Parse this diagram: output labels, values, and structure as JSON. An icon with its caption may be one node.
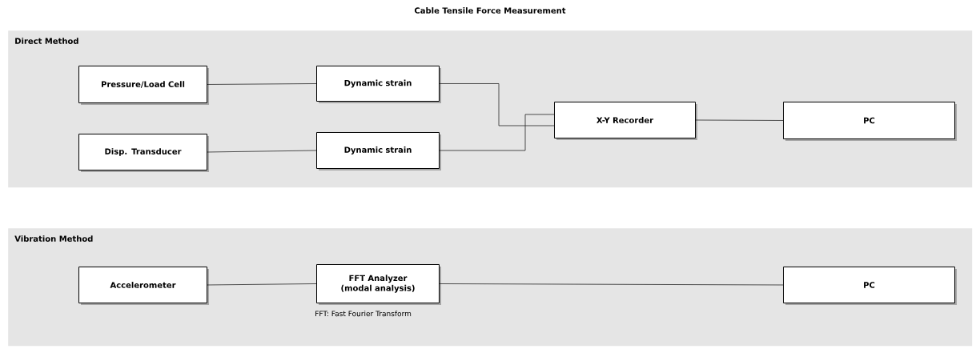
{
  "diagram": {
    "title": "Cable Tensile Force Measurement",
    "nodes": [
      {
        "text": [
          "Direct Method"
        ]
      },
      {
        "text": [
          "Pressure/Load Cell"
        ],
        "in": 0
      },
      {
        "text": [
          "Dynamic strain"
        ],
        "in": 0
      },
      {
        "text": [
          "X-Y Recorder"
        ],
        "in": 0
      },
      {
        "text": [
          "PC"
        ],
        "in": 0
      },
      {
        "text": [
          "Disp. Transducer"
        ],
        "in": 0
      },
      {
        "text": [
          "Dynamic strain"
        ],
        "in": 0
      },
      {
        "text": [
          "Vibration Method"
        ]
      },
      {
        "text": [
          "Accelerometer"
        ],
        "in": 7
      },
      {
        "text": [
          "FFT Analyzer (modal analysis)"
        ],
        "in": 7,
        "beside": [
          "FFT: Fast Fourier Transform"
        ]
      },
      {
        "text": [
          "PC"
        ],
        "in": 7
      }
    ],
    "edges": [
      {
        "from": 1,
        "to": 2,
        "arrow": "none"
      },
      {
        "from": 2,
        "to": 3,
        "arrow": "none"
      },
      {
        "from": 5,
        "to": 6,
        "arrow": "none"
      },
      {
        "from": 6,
        "to": 3,
        "arrow": "none"
      },
      {
        "from": 3,
        "to": 4,
        "arrow": "none"
      },
      {
        "from": 8,
        "to": 9,
        "arrow": "none"
      },
      {
        "from": 9,
        "to": 10,
        "arrow": "none"
      }
    ]
  }
}
